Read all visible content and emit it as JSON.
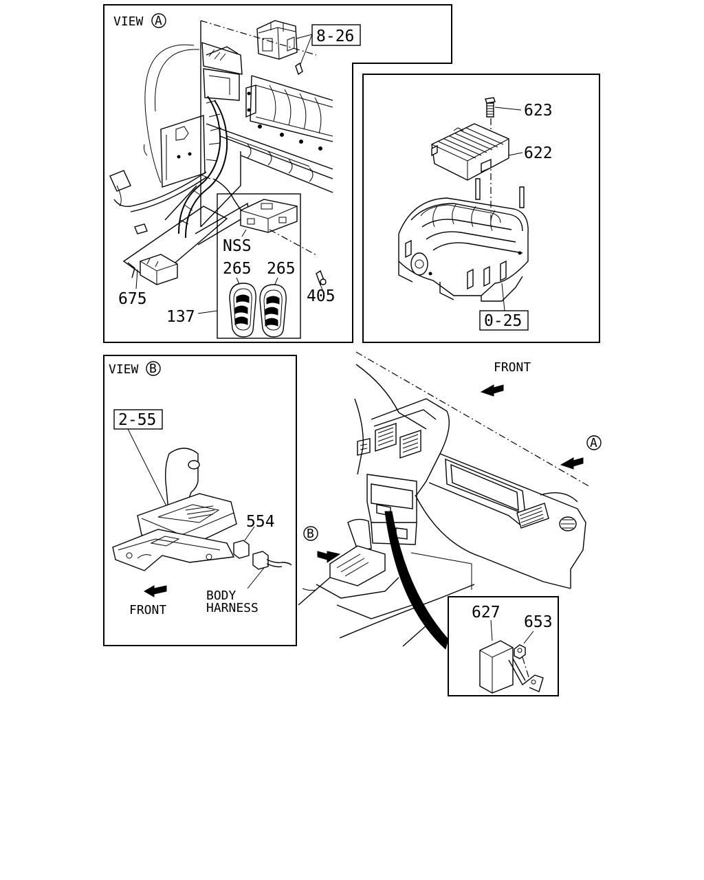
{
  "view_a": {
    "title": "VIEW",
    "circle": "A",
    "labels": {
      "ref_8_26": "8-26",
      "nss": "NSS",
      "key_265_left": "265",
      "key_265_right": "265",
      "p675": "675",
      "p137": "137",
      "p405": "405"
    }
  },
  "engine_panel": {
    "labels": {
      "p623": "623",
      "p622": "622",
      "ref_0_25": "0-25"
    }
  },
  "view_b": {
    "title": "VIEW",
    "circle": "B",
    "labels": {
      "ref_2_55": "2-55",
      "p554": "554",
      "front": "FRONT",
      "body": "BODY",
      "harness": "HARNESS"
    }
  },
  "dashboard": {
    "front": "FRONT",
    "marker_a": "A",
    "marker_b": "B"
  },
  "relay_panel": {
    "labels": {
      "p627": "627",
      "p653": "653"
    }
  }
}
